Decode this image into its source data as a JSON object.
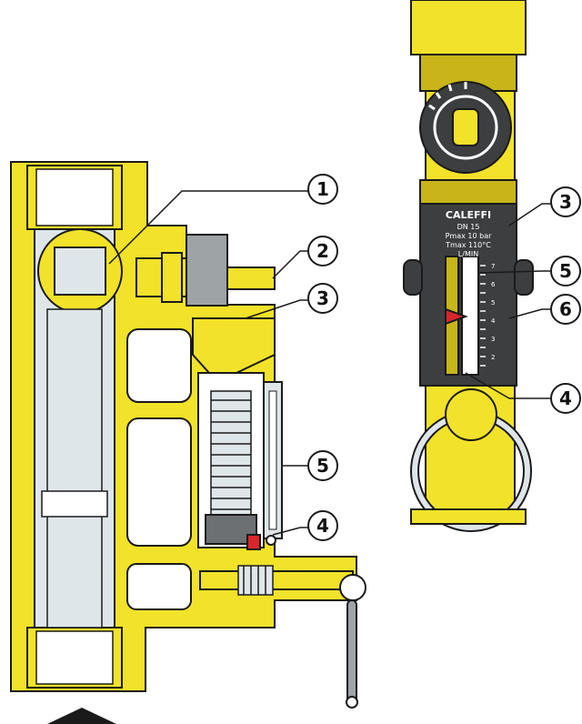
{
  "callouts": {
    "left": [
      "1",
      "2",
      "3",
      "5",
      "4"
    ],
    "right": [
      "3",
      "5",
      "6",
      "4"
    ]
  },
  "flowmeter_label": {
    "brand": "CALEFFI",
    "size": "DN 15",
    "pressure": "Pmax 10 bar",
    "temperature": "Tmax 110°C",
    "unit": "L/MIN"
  },
  "scale_marks": [
    "7",
    "6",
    "5",
    "4",
    "3",
    "2"
  ],
  "colors": {
    "brass": "#f2e22a",
    "brass_dark": "#c7b51a",
    "outline": "#1a1a1a",
    "glass": "#dfe6ea",
    "body_dark": "#3c3e40",
    "indicator_red": "#d8262a"
  },
  "icons": [
    "flow-direction-arrow-icon"
  ]
}
